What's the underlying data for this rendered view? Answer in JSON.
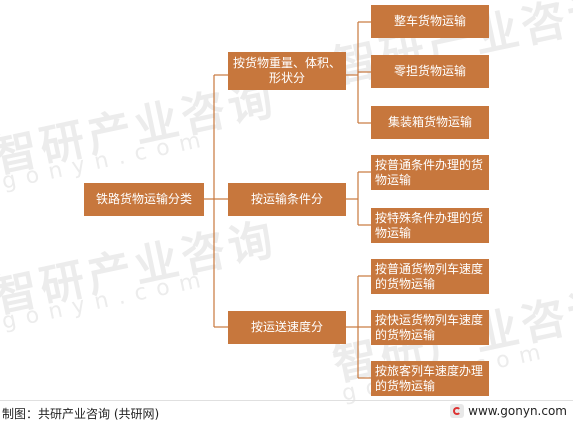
{
  "watermark": {
    "text": "智研产业咨询",
    "url_text": "gonyn.com"
  },
  "diagram": {
    "root": "铁路货物运输分类",
    "categories": [
      {
        "label": "按货物重量、体积、形状分",
        "children": [
          "整车货物运输",
          "零担货物运输",
          "集装箱货物运输"
        ]
      },
      {
        "label": "按运输条件分",
        "children": [
          "按普通条件办理的货物运输",
          "按特殊条件办理的货物运输"
        ]
      },
      {
        "label": "按运送速度分",
        "children": [
          "按普通货物列车速度的货物运输",
          "按快运货物列车速度的货物运输",
          "按旅客列车速度办理的货物运输"
        ]
      }
    ],
    "colors": {
      "box": "#c7773d",
      "line": "#c7773d",
      "text": "#ffffff"
    }
  },
  "footer": {
    "source": "制图：共研产业咨询 (共研网)",
    "website": "www.gonyn.com"
  }
}
